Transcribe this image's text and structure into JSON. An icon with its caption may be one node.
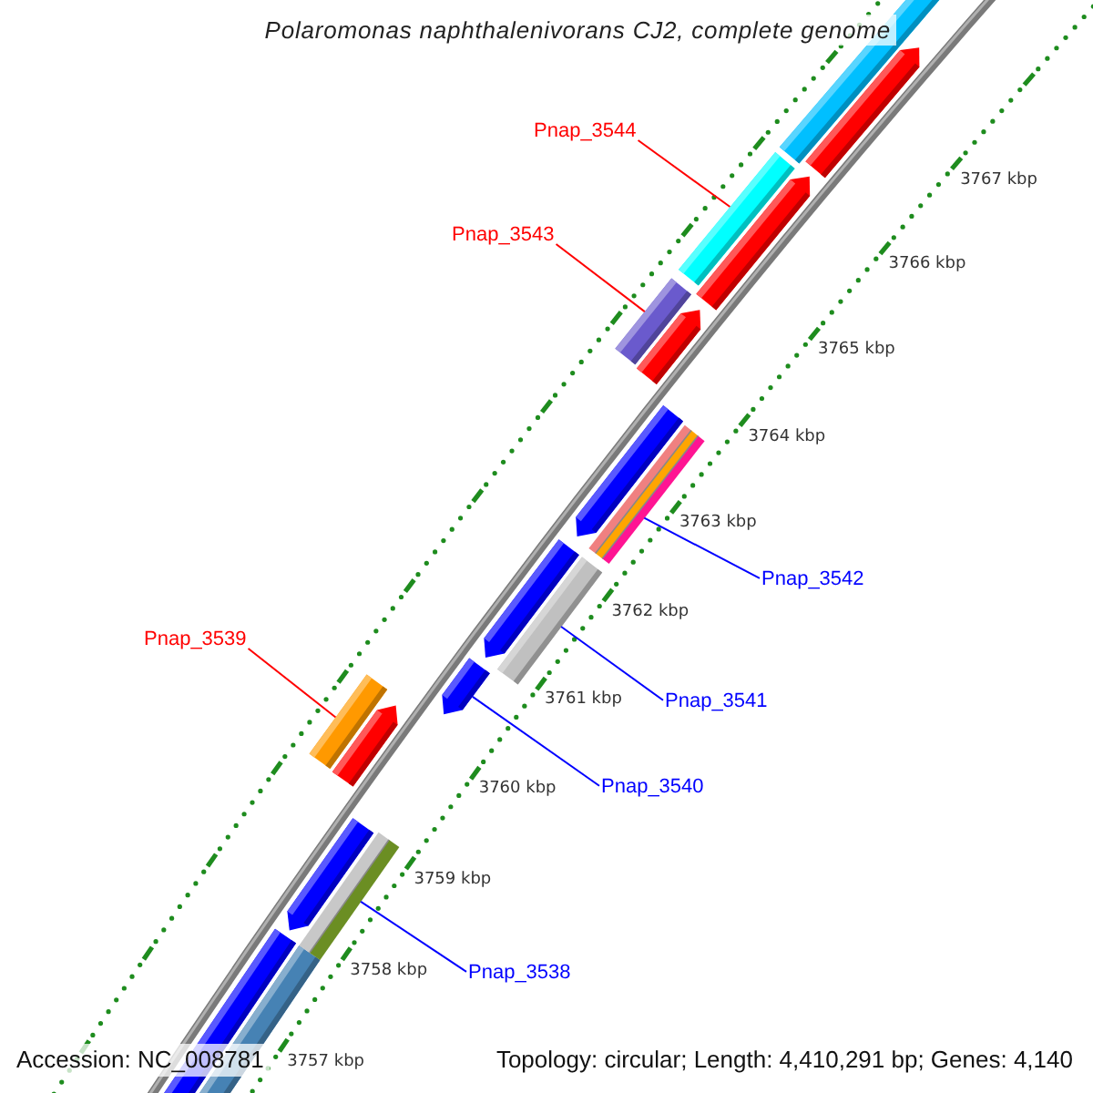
{
  "diagram": {
    "title": "Polaromonas naphthalenivorans CJ2, complete genome",
    "nodes": [
      {
        "text": [
          "Pnap_3544"
        ]
      },
      {
        "text": [
          "Pnap_3543"
        ]
      },
      {
        "text": [
          "Pnap_3542"
        ]
      },
      {
        "text": [
          "Pnap_3541"
        ]
      },
      {
        "text": [
          "Pnap_3540"
        ]
      },
      {
        "text": [
          "Pnap_3539"
        ]
      },
      {
        "text": [
          "Pnap_3538"
        ]
      },
      {
        "text": [],
        "shape": "bar"
      },
      {
        "text": [],
        "shape": "bar"
      },
      {
        "text": [],
        "shape": "bar"
      },
      {
        "text": [],
        "shape": "bar"
      },
      {
        "text": [],
        "shape": "bar"
      },
      {
        "text": [],
        "shape": "bar"
      },
      {
        "text": [],
        "shape": "bar"
      }
    ],
    "edges": [
      {
        "from": 0,
        "to": 7,
        "arrow": "none",
        "color": "#ff0000"
      },
      {
        "from": 1,
        "to": 8,
        "arrow": "none",
        "color": "#ff0000"
      },
      {
        "from": 2,
        "to": 9,
        "arrow": "none"
      },
      {
        "from": 3,
        "to": 10,
        "arrow": "none"
      },
      {
        "from": 4,
        "to": 11,
        "arrow": "none"
      },
      {
        "from": 5,
        "to": 12,
        "arrow": "none",
        "color": "#ff0000"
      },
      {
        "from": 6,
        "to": 13,
        "arrow": "none"
      }
    ],
    "labels": [
      "3767 kbp",
      "3766 kbp",
      "3765 kbp",
      "3764 kbp",
      "3763 kbp",
      "3762 kbp",
      "3761 kbp",
      "3760 kbp",
      "3759 kbp",
      "3758 kbp",
      "3757 kbp",
      "Accession: NC_008781",
      "Topology: circular; Length: 4,410,291 bp; Genes: 4,140"
    ]
  }
}
